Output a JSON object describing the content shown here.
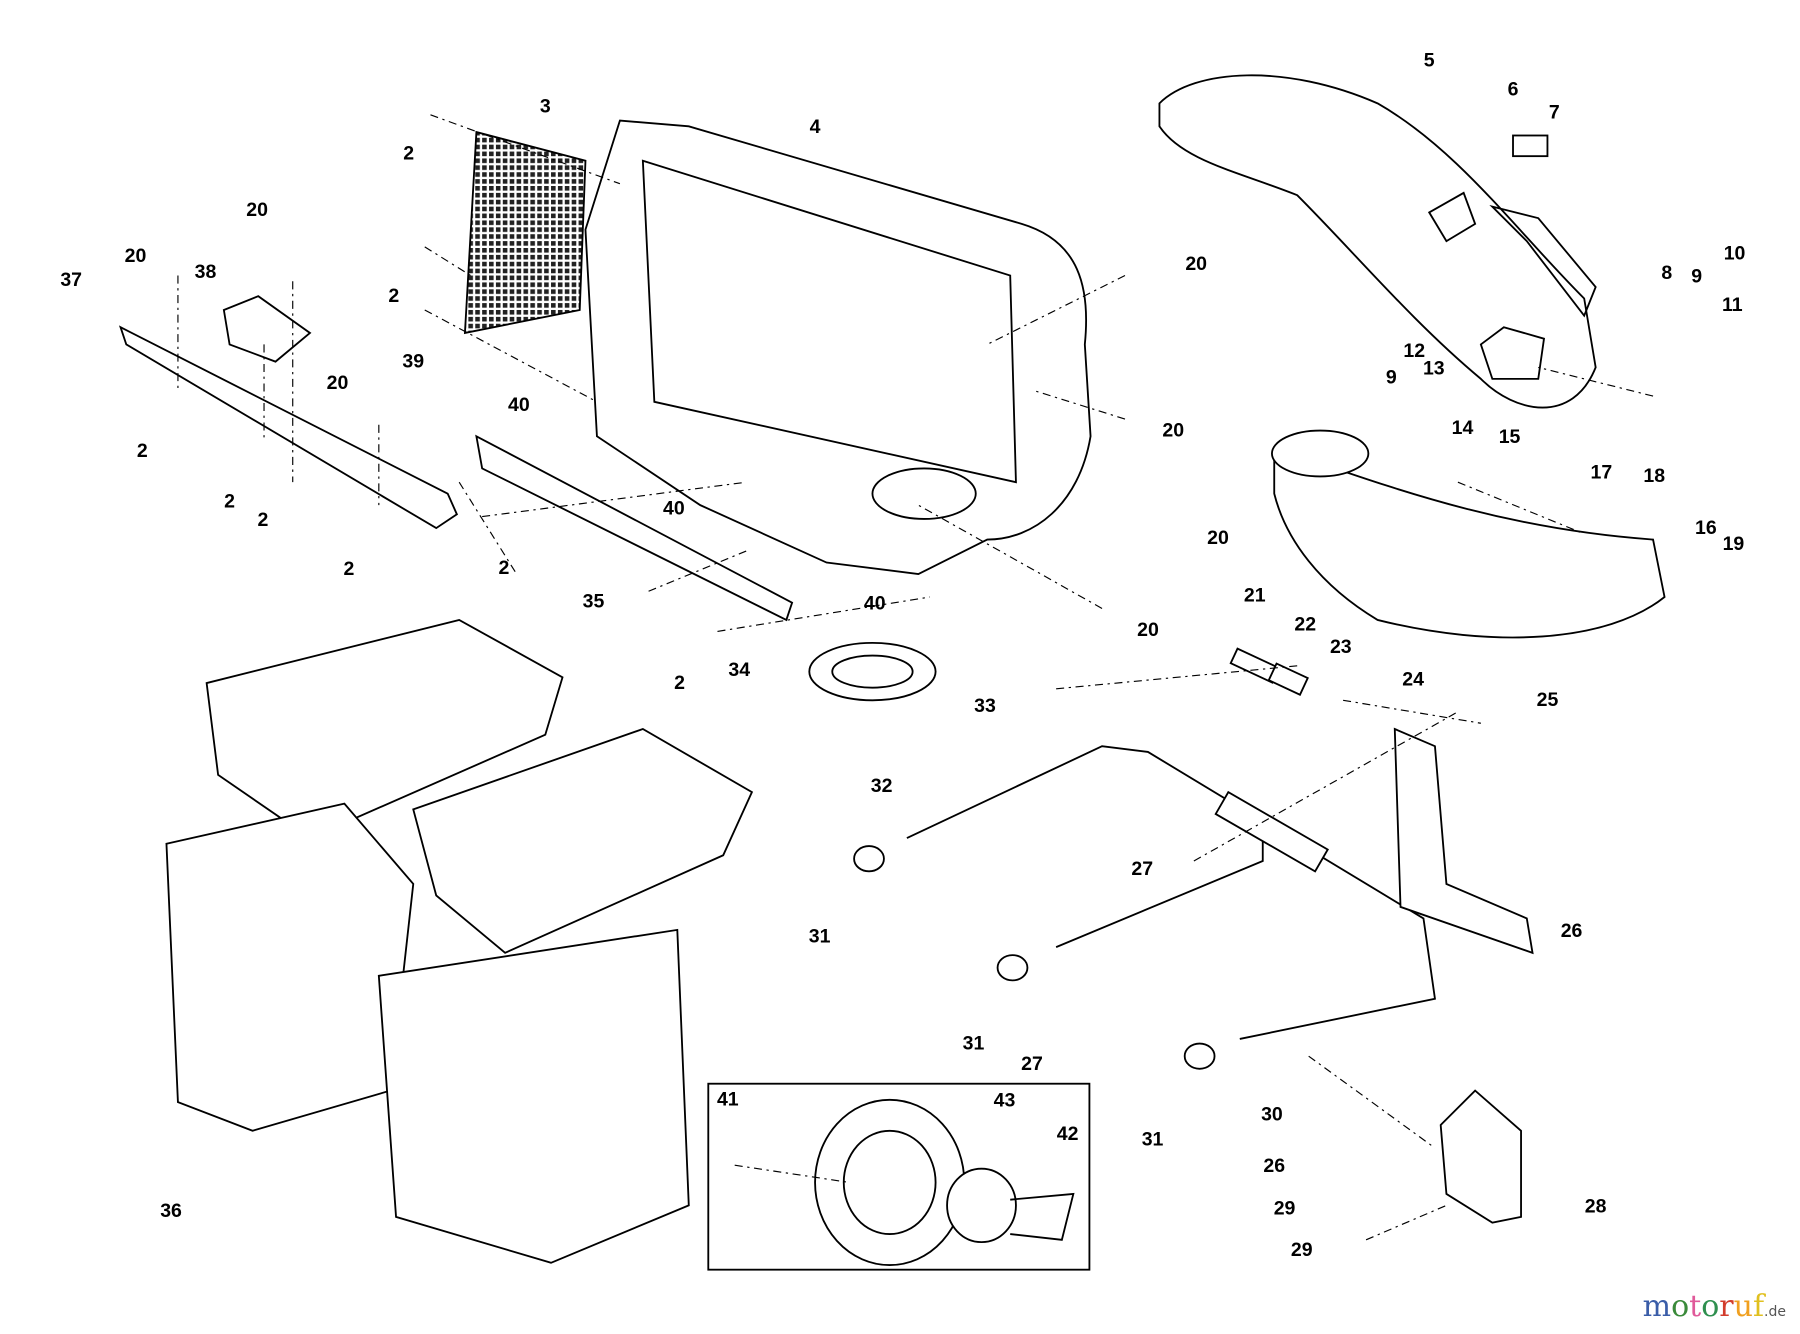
{
  "diagram": {
    "part_labels": [
      "5",
      "6",
      "7",
      "3",
      "4",
      "2",
      "20",
      "20",
      "37",
      "38",
      "2",
      "20",
      "8",
      "9",
      "10",
      "11",
      "20",
      "39",
      "12",
      "13",
      "9",
      "2",
      "40",
      "20",
      "14",
      "15",
      "17",
      "18",
      "2",
      "2",
      "40",
      "2",
      "2",
      "20",
      "16",
      "19",
      "21",
      "35",
      "40",
      "20",
      "22",
      "23",
      "2",
      "34",
      "24",
      "33",
      "25",
      "32",
      "27",
      "31",
      "26",
      "31",
      "27",
      "41",
      "43",
      "42",
      "30",
      "31",
      "26",
      "36",
      "28",
      "29",
      "29"
    ]
  },
  "watermark": {
    "letters": [
      "m",
      "o",
      "t",
      "o",
      "r",
      "u",
      "f"
    ],
    "colors": [
      "#3a5da8",
      "#3a8a3a",
      "#e05a9a",
      "#2f8f4f",
      "#d23c2c",
      "#f0a020",
      "#e0c020"
    ],
    "suffix": ".de"
  }
}
